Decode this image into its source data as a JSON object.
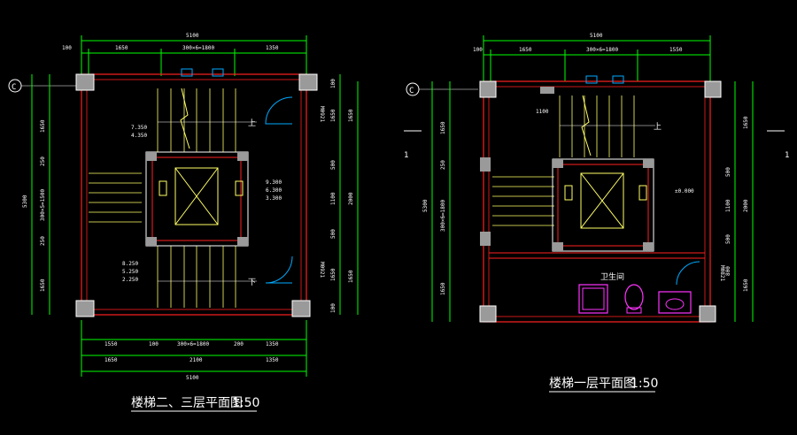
{
  "left_plan": {
    "title": "楼梯二、三层平面图",
    "scale": "1:50",
    "top_total": "5100",
    "top_segments": [
      "100",
      "1650",
      "300×6=1800",
      "1350"
    ],
    "left_total": "5300",
    "left_segments": [
      "1650",
      "250",
      "300×5=1500",
      "250",
      "1650"
    ],
    "right_segments": [
      "100",
      "1650",
      "500",
      "1100",
      "500",
      "1650",
      "100"
    ],
    "right_overall": [
      "1650",
      "2000",
      "1650"
    ],
    "bottom_segments_1": [
      "1550",
      "100",
      "300×6=1800",
      "200",
      "1350"
    ],
    "bottom_segments_2": [
      "1650",
      "2100",
      "1350"
    ],
    "bottom_total": "5100",
    "door_label_top": "M0921",
    "door_label_bottom": "M0921",
    "elev_top": [
      "7.350",
      "4.350"
    ],
    "elev_mid": [
      "9.300",
      "6.300",
      "3.300"
    ],
    "elev_low": [
      "8.250",
      "5.250",
      "2.250"
    ],
    "up_label": "上",
    "down_label": "下",
    "axis_label": "C"
  },
  "right_plan": {
    "title": "楼梯一层平面图",
    "scale": "1:50",
    "top_total": "5100",
    "top_segments": [
      "100",
      "1650",
      "300×6=1800",
      "1550"
    ],
    "left_total": "5300",
    "left_segments": [
      "1650",
      "250",
      "300×6=1800",
      "1650"
    ],
    "right_segments": [
      "500",
      "1100",
      "500",
      "800"
    ],
    "right_overall": [
      "1650",
      "2000",
      "1650"
    ],
    "elev_ground": "±0.000",
    "room_label": "卫生间",
    "door_label": "M0821",
    "elev_1100": "1100",
    "section_mark": "1",
    "axis_label": "C",
    "up_label": "上"
  }
}
